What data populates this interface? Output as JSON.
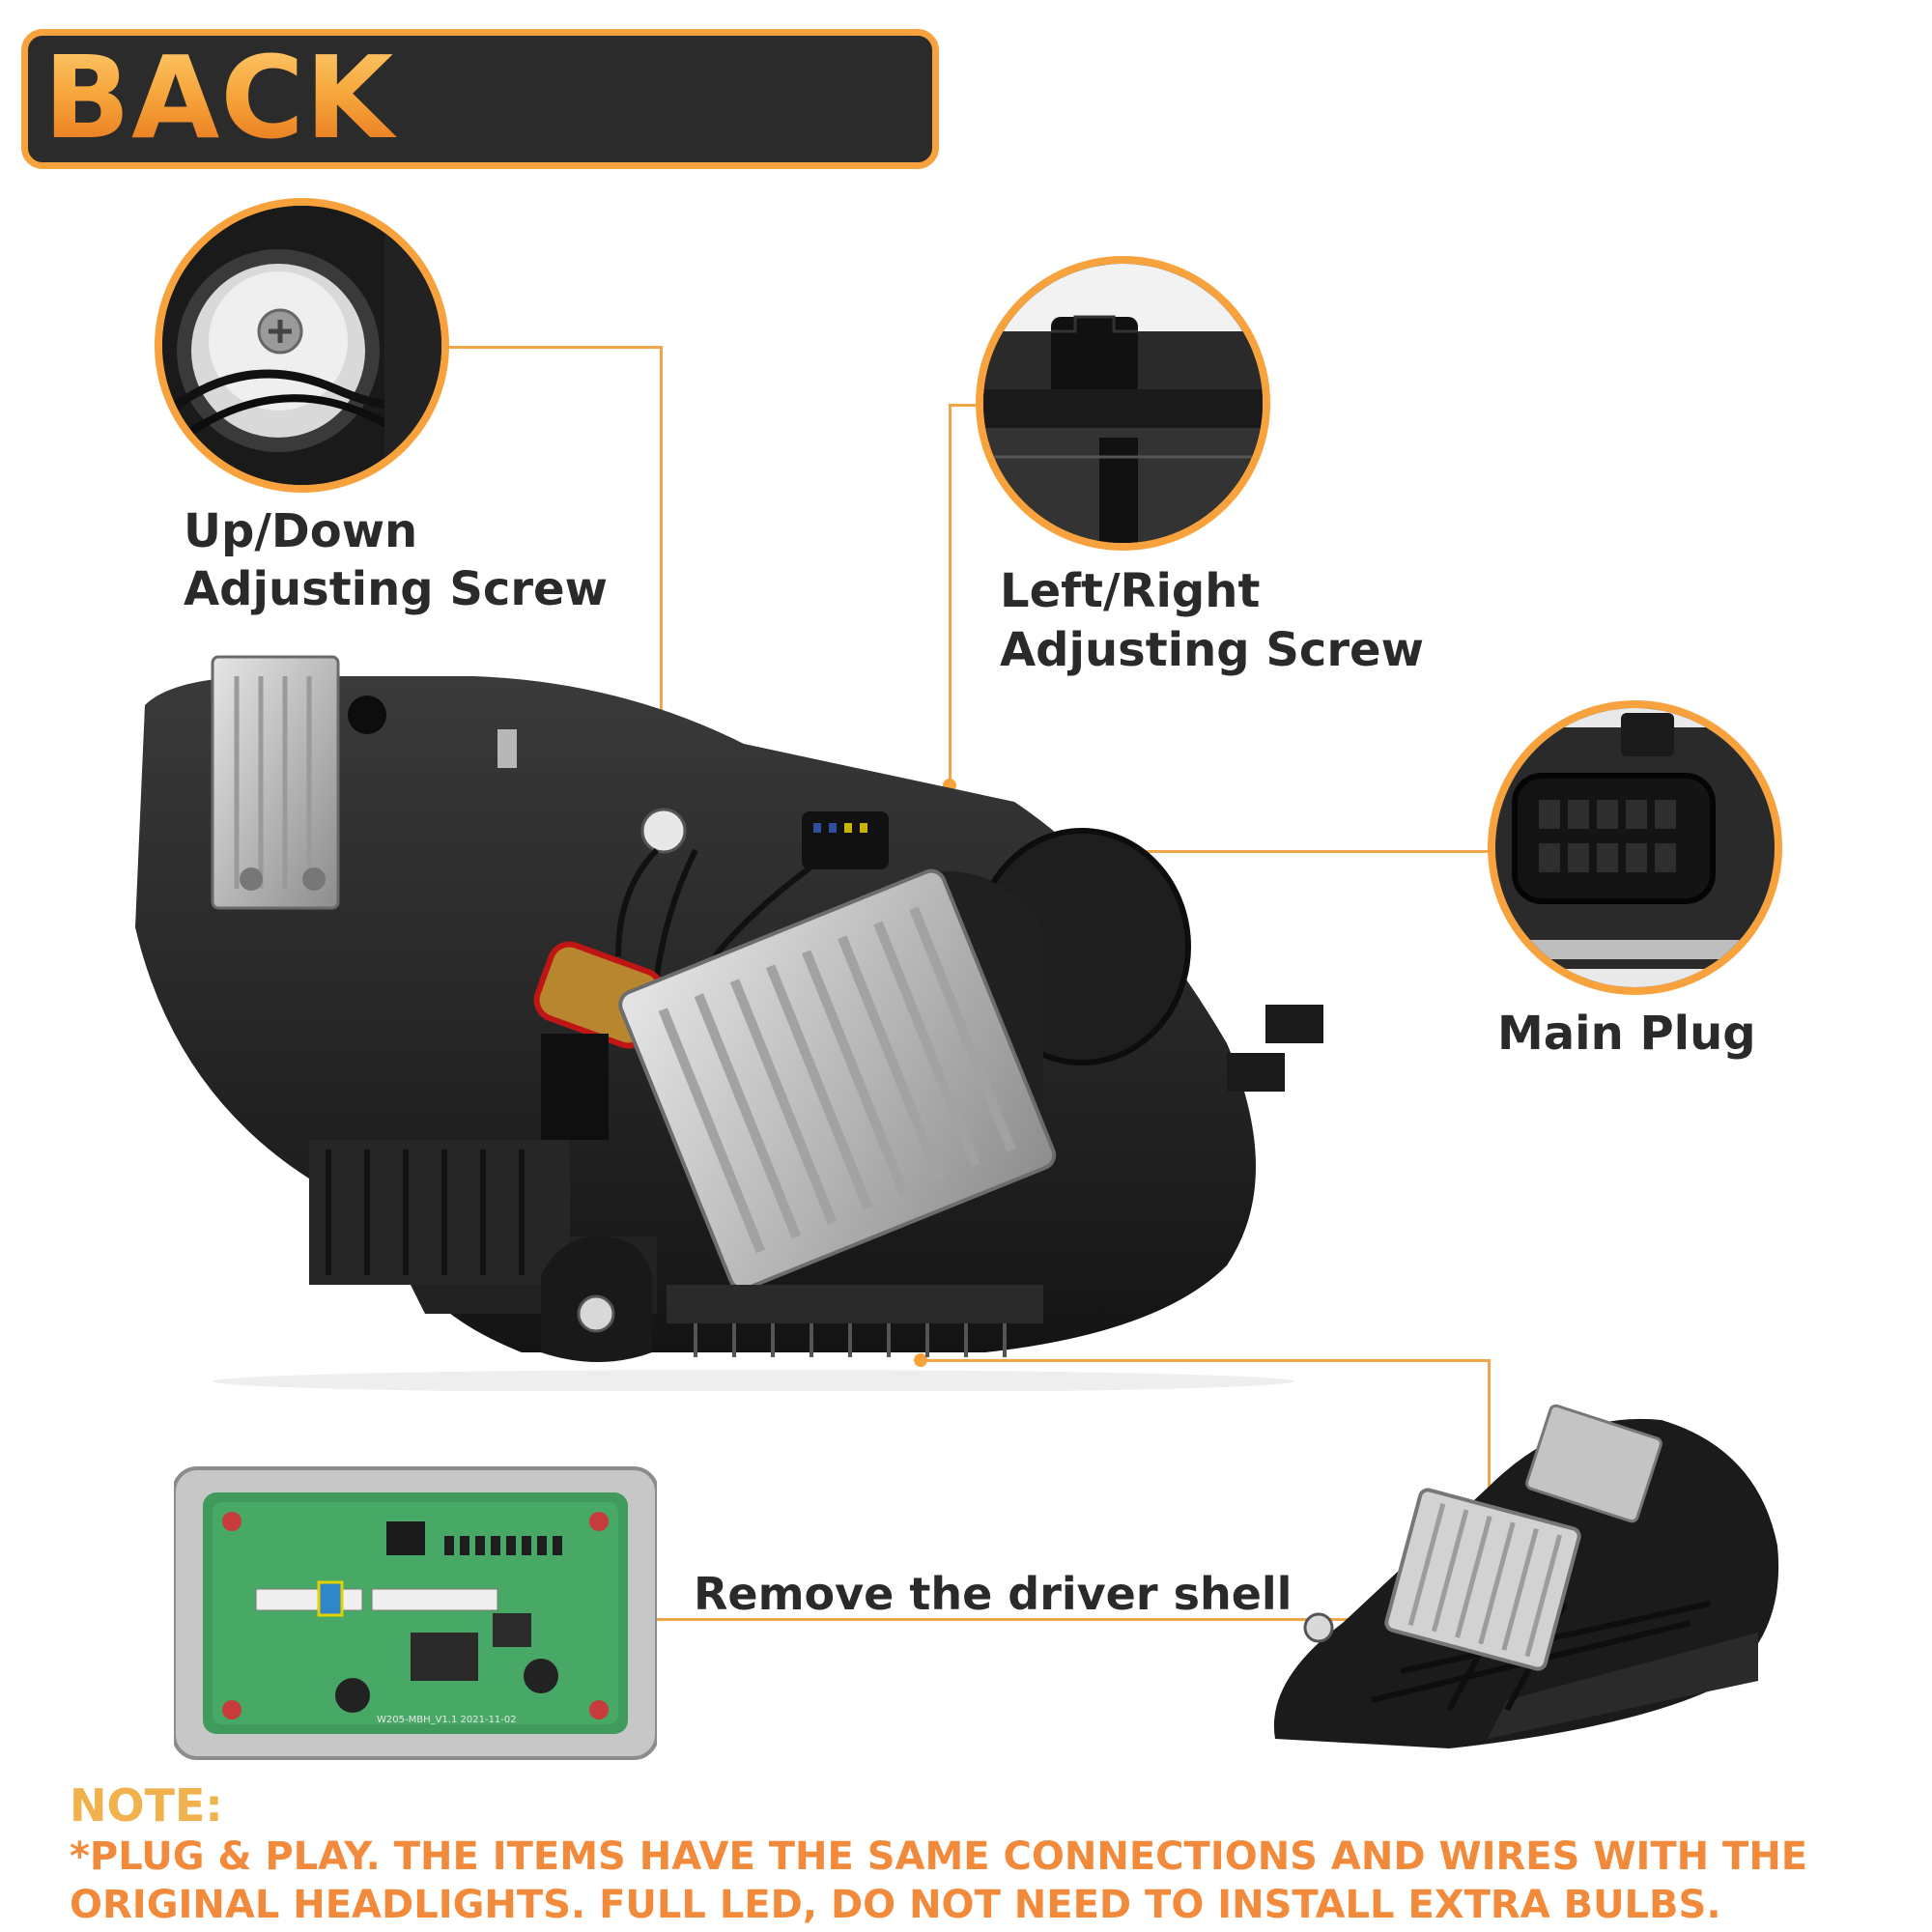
{
  "title": "BACK DETAILS",
  "callouts": {
    "updown": {
      "line1": "Up/Down",
      "line2": "Adjusting Screw",
      "icon": "screw-closeup"
    },
    "leftright": {
      "line1": "Left/Right",
      "line2": "Adjusting Screw",
      "icon": "knob-closeup"
    },
    "mainplug": {
      "label": "Main Plug",
      "icon": "plug-closeup"
    }
  },
  "driver": {
    "label": "Remove the driver shell"
  },
  "pcb": {
    "text": "W205-MBH_V1.1   2021-11-02"
  },
  "note": {
    "heading": "NOTE:",
    "line1": "*PLUG & PLAY. THE ITEMS HAVE THE SAME CONNECTIONS AND WIRES WITH THE",
    "line2": "ORIGINAL HEADLIGHTS. FULL LED, DO NOT NEED TO INSTALL EXTRA BULBS."
  },
  "colors": {
    "accent": "#f7a23c",
    "note_orange": "#f28a3c",
    "title_bg": "#2b2b2b"
  }
}
